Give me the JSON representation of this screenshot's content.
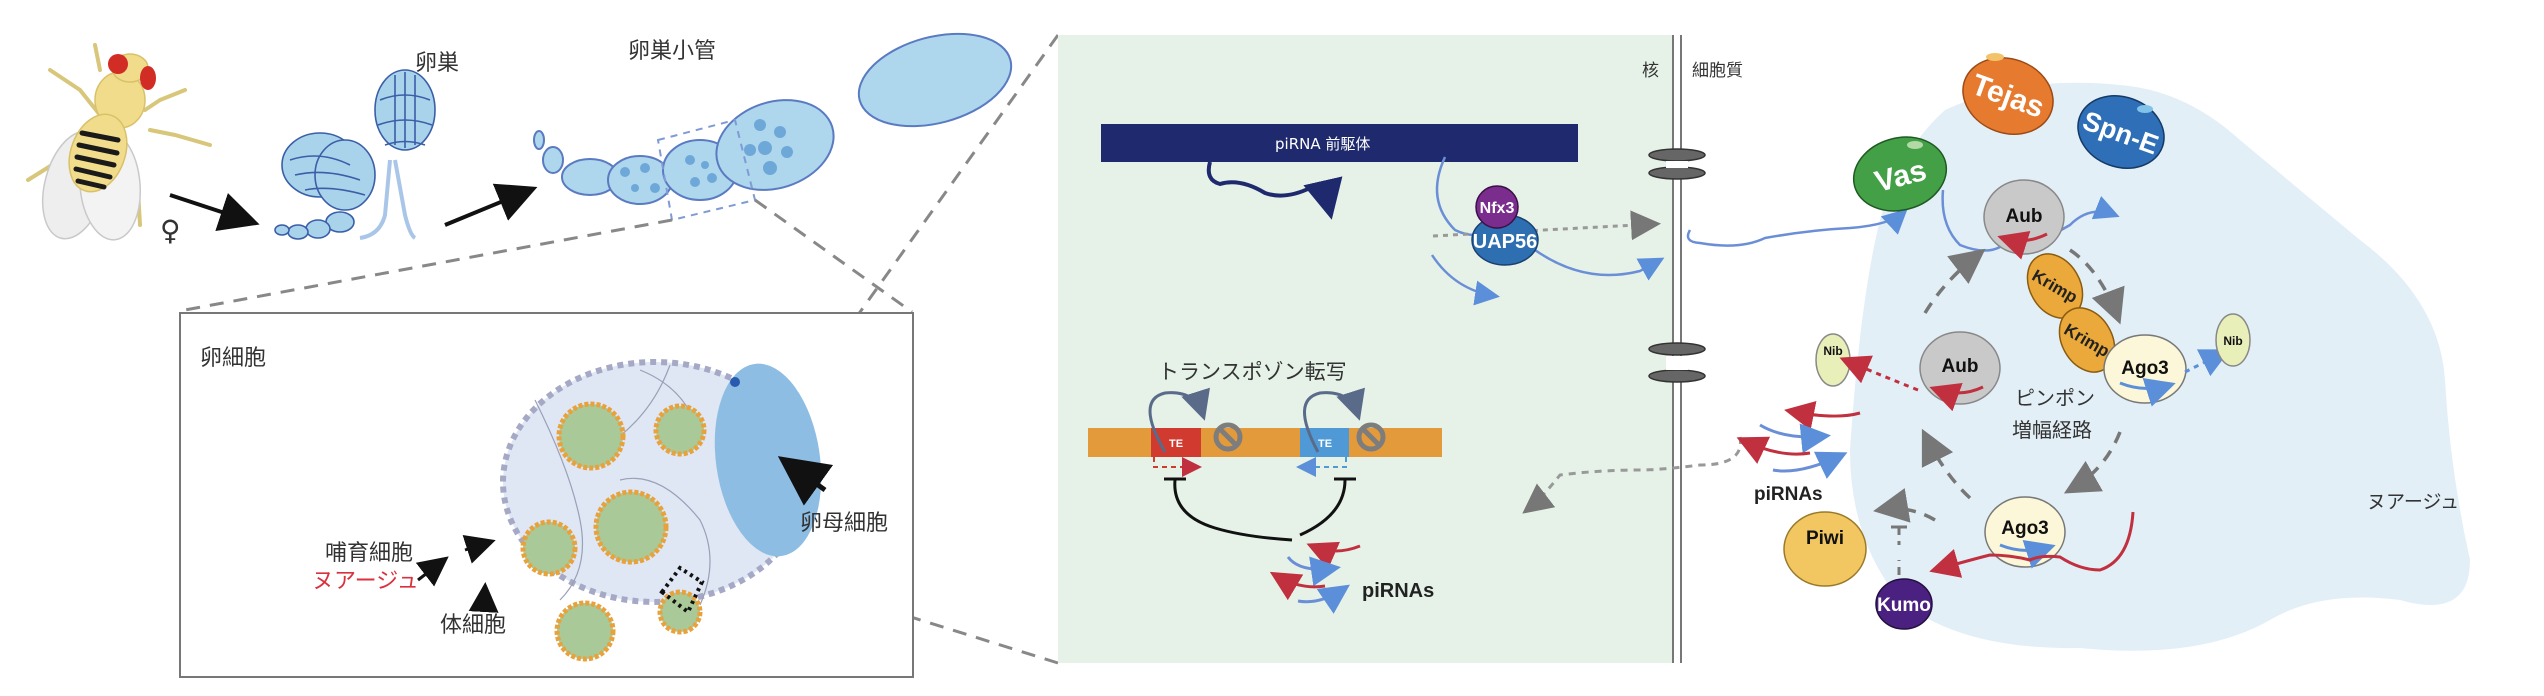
{
  "labels": {
    "ovary": "卵巣",
    "ovariole": "卵巣小管",
    "female_symbol": "♀",
    "egg_chamber": "卵細胞",
    "nurse_cell": "哺育細胞",
    "nuage_left": "ヌアージュ",
    "somatic_cell": "体細胞",
    "oocyte": "卵母細胞",
    "nucleus": "核",
    "cytoplasm": "細胞質",
    "pirna_precursor": "piRNA 前駆体",
    "transposon_transcription": "トランスポゾン転写",
    "te": "TE",
    "pirnas_nucleus": "piRNAs",
    "pirnas_cytoplasm": "piRNAs",
    "pingpong_line1": "ピンポン",
    "pingpong_line2": "増幅経路",
    "nuage_right": "ヌアージュ"
  },
  "proteins": {
    "nfx3": "Nfx3",
    "uap56": "UAP56",
    "vas": "Vas",
    "tejas": "Tejas",
    "spne": "Spn-E",
    "aub_top": "Aub",
    "krimp1": "Krimp",
    "krimp2": "Krimp",
    "ago3_right": "Ago3",
    "nib_right": "Nib",
    "nib_left": "Nib",
    "aub_left": "Aub",
    "ago3_bottom": "Ago3",
    "piwi": "Piwi",
    "kumo": "Kumo"
  },
  "colors": {
    "nuage_red": "#d9323f",
    "precursor_navy": "#1f2a6e",
    "chromatin_orange": "#e39a3a",
    "te_red": "#d03a2f",
    "te_blue": "#4f9ad6",
    "nucleus_bg": "#e6f2e8",
    "nuage_bg": "#e3eff7",
    "vas_green": "#43a047",
    "tejas_orange": "#e67a2e",
    "spne_blue": "#2e6fb7",
    "uap56_blue": "#2d6fb0",
    "nfx3_purple": "#7b2d8e",
    "kumo_purple": "#4a2080",
    "piwi_yellow": "#f2c661",
    "krimp_orange": "#eaa93a",
    "aub_gray": "#c9c9c9",
    "ago3_cream": "#fbf7d8",
    "nib_green": "#e8efb8"
  }
}
